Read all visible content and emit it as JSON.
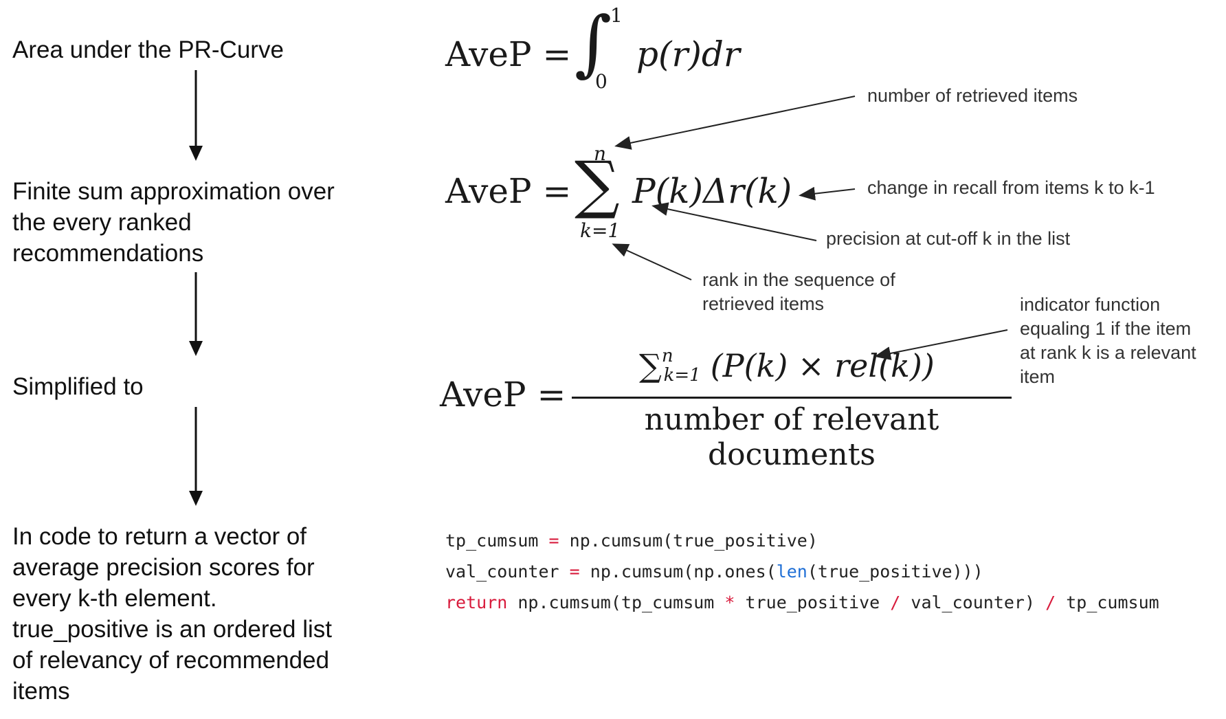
{
  "steps": [
    {
      "label": "Area under the PR-Curve"
    },
    {
      "label": "Finite sum approximation over\nthe every ranked\nrecommendations"
    },
    {
      "label": "Simplified to"
    },
    {
      "label": "In code to return a vector of\naverage precision scores for\nevery k-th element.\ntrue_positive is an ordered list\nof relevancy of recommended\nitems"
    }
  ],
  "formula1": {
    "lhs": "AveP =",
    "integral": "∫",
    "upper": "1",
    "lower": "0",
    "body": "p(r)dr"
  },
  "formula2": {
    "lhs": "AveP =",
    "sigma": "∑",
    "upper": "n",
    "lower": "k=1",
    "body": "P(k)Δr(k)"
  },
  "formula3": {
    "lhs": "AveP =",
    "numerator_sum": "∑",
    "numerator_sub": "k=1",
    "numerator_sup": "n",
    "numerator_body": "(P(k) × rel(k))",
    "denominator": "number of relevant documents"
  },
  "annotations": {
    "number_retrieved": "number of retrieved items",
    "change_in_recall": "change in recall from items k to k-1",
    "precision_cutoff": "precision at cut-off k in the list",
    "rank_sequence": "rank in the sequence of\nretrieved items",
    "indicator_function": "indicator function\nequaling 1 if the item\nat rank k is a relevant\nitem"
  },
  "code": {
    "line1": {
      "var": "tp_cumsum",
      "op": "=",
      "rest": "np.cumsum(true_positive)"
    },
    "line2": {
      "var": "val_counter",
      "op": "=",
      "pre": "np.cumsum(np.ones(",
      "fn": "len",
      "post": "(true_positive)))"
    },
    "line3": {
      "kw": "return",
      "a": "np.cumsum(tp_cumsum",
      "op1": "*",
      "b": "true_positive",
      "op2": "/",
      "c": "val_counter)",
      "op3": "/",
      "d": "tp_cumsum"
    }
  },
  "colors": {
    "keyword": "#d81b3c",
    "builtin": "#1f6fd6",
    "text": "#111111",
    "annotation": "#333333"
  }
}
